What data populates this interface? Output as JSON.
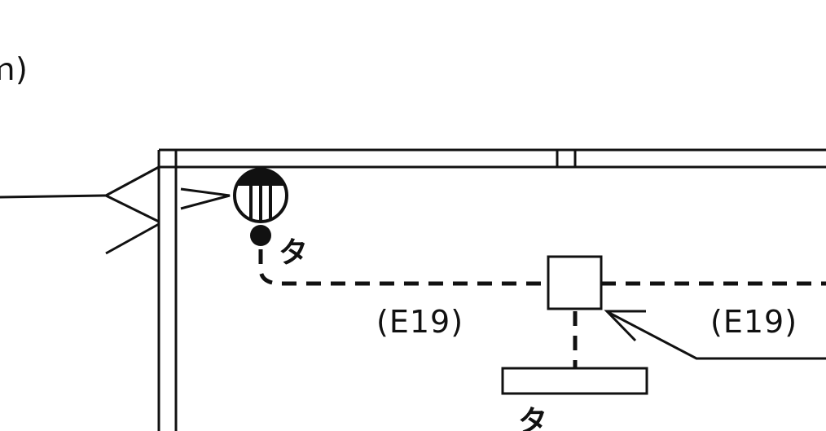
{
  "labels": {
    "top_left_fragment": "ｍ)",
    "wire_left": "(E19)",
    "wire_right": "(E19)",
    "kana_upper": "タ",
    "kana_lower": "タ"
  },
  "colors": {
    "ink": "#111111",
    "paper": "#ffffff"
  },
  "icons": {
    "ceiling_light": "half-filled-circle-with-vertical-bars",
    "switch": "filled-dot",
    "junction_box": "square-box",
    "fluorescent_fixture": "rectangle-bar"
  }
}
